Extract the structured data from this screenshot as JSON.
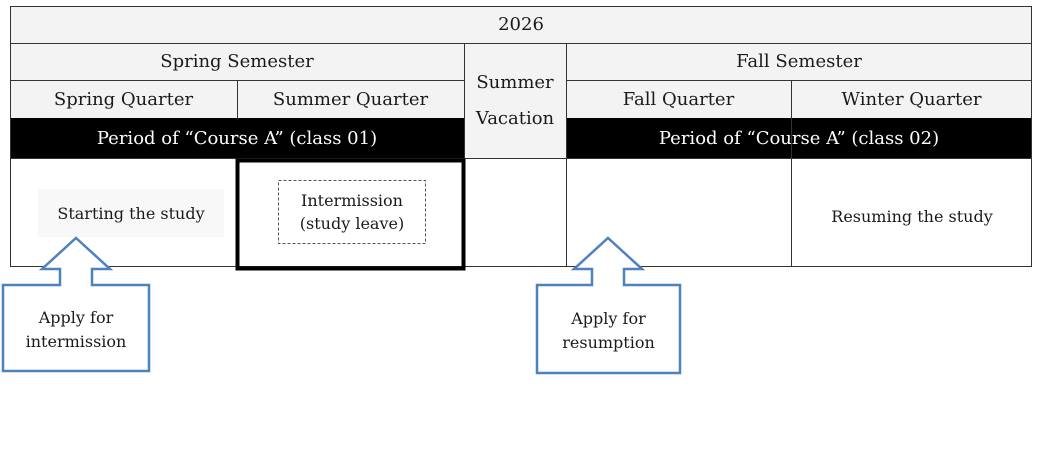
{
  "table": {
    "year": "2026",
    "spring_semester": "Spring Semester",
    "fall_semester": "Fall Semester",
    "summer_vacation": [
      "Summer",
      "Vacation"
    ],
    "quarters": {
      "spring": "Spring Quarter",
      "summer": "Summer Quarter",
      "fall": "Fall Quarter",
      "winter": "Winter Quarter"
    },
    "period_class01": "Period of “Course A” (class 01)",
    "period_class02": "Period of “Course A” (class 02)",
    "starting_study": "Starting the study",
    "intermission": [
      "Intermission",
      "(study leave)"
    ],
    "resuming_study": "Resuming the study"
  },
  "callouts": {
    "apply_intermission": [
      "Apply for",
      "intermission"
    ],
    "apply_resumption": [
      "Apply for",
      "resumption"
    ]
  },
  "colors": {
    "header_fill": "#f3f3f3",
    "period_bar": "#000000",
    "callout_stroke": "#4f81bd",
    "grid_line": "#333333"
  }
}
